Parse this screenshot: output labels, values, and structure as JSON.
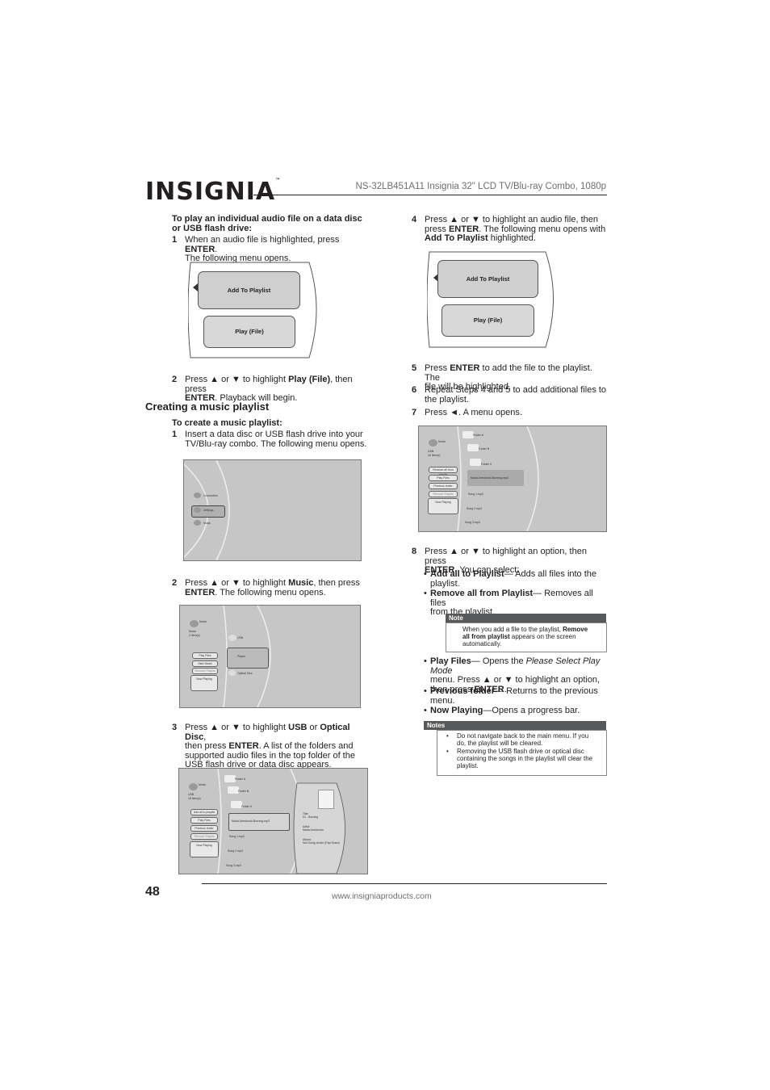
{
  "header": {
    "logo": "INSIGNIA",
    "title": "NS-32LB451A11 Insignia 32\" LCD TV/Blu-ray Combo, 1080p"
  },
  "footer": {
    "page_number": "48",
    "url": "www.insigniaproducts.com"
  },
  "left": {
    "intro_heading": "To play an individual audio file on a data disc or USB flash drive:",
    "s1_num": "1",
    "s1_a": "When an audio file is highlighted, press ",
    "s1_b": "ENTER",
    "s1_c": ".",
    "s1_d": "The following menu opens.",
    "menu1": {
      "add": "Add To Playlist",
      "play": "Play (File)"
    },
    "s2_num": "2",
    "s2_a": "Press ▲ or ▼ to highlight ",
    "s2_b": "Play (File)",
    "s2_c": ", then press",
    "s2_d": "ENTER",
    "s2_e": ". Playback will begin.",
    "section": "Creating a music playlist",
    "create_heading": "To create a music playlist:",
    "c1_num": "1",
    "c1_a": "Insert a data disc or USB flash drive into your",
    "c1_b": "TV/Blu-ray combo. The following menu opens.",
    "shot1": {
      "items": [
        "Connection",
        "Settings",
        "Music"
      ]
    },
    "c2_num": "2",
    "c2_a": "Press ▲ or ▼ to highlight ",
    "c2_b": "Music",
    "c2_c": ", then press",
    "c2_d": "ENTER",
    "c2_e": ". The following menu opens.",
    "shot2": {
      "title": "Music",
      "sub": "2 item(s)",
      "items": [
        "Play Files",
        "Start Music",
        "Remove Playlist",
        "Now Playing"
      ],
      "right": [
        "USB",
        "Player",
        "Optical Disc"
      ]
    },
    "c3_num": "3",
    "c3_a": "Press ▲ or ▼ to highlight ",
    "c3_b": "USB",
    "c3_c": " or ",
    "c3_d": "Optical Disc",
    "c3_e": ",",
    "c3_f": "then press ",
    "c3_g": "ENTER",
    "c3_h": ". A list of the folders and",
    "c3_i": "supported audio files in the top folder of the",
    "c3_j": "USB flash drive or data disc appears.",
    "shot3": {
      "title": "Music",
      "sub": "USB",
      "count": "16 item(s)",
      "buttons": [
        "Add all to playlist",
        "Play Files",
        "Previous folder",
        "Remove Playlist",
        "Now Playing"
      ],
      "folders": [
        "Folder A",
        "Folder B",
        "Folder X"
      ],
      "selected": "Maria Arredondo-Burning.mp3",
      "songs": [
        "Song 1.mp3",
        "Song 2.mp3",
        "Song 3.mp3"
      ],
      "info": [
        "Title:",
        "01 - Burning",
        "Artist:",
        "Maria Arredondo",
        "Album:",
        "Not Going Under (Pop Exam)"
      ]
    }
  },
  "right": {
    "s4_num": "4",
    "s4_a": "Press ▲ or ▼ to highlight an audio file, then",
    "s4_b": "press ",
    "s4_c": "ENTER",
    "s4_d": ". The following menu opens with",
    "s4_e": "Add To Playlist",
    "s4_f": " highlighted.",
    "menu2": {
      "add": "Add To Playlist",
      "play": "Play (File)"
    },
    "s5_num": "5",
    "s5_a": "Press ",
    "s5_b": "ENTER",
    "s5_c": " to add the file to the playlist. The",
    "s5_d": "file will be highlighted.",
    "s6_num": "6",
    "s6_a": "Repeat Steps 4 and 5 to add additional files to",
    "s6_b": "the playlist.",
    "s7_num": "7",
    "s7_a": "Press ◄. A menu opens.",
    "shot4": {
      "title": "Music",
      "sub": "USB",
      "count": "16 item(s)",
      "buttons": [
        "Remove all from playlist",
        "Play Files",
        "Previous folder",
        "Remove Playlist",
        "Now Playing"
      ],
      "folders": [
        "Folder A",
        "Folder B",
        "Folder X"
      ],
      "selected": "Maria Arredondo-Burning.mp3",
      "songs": [
        "Song 1.mp3",
        "Song 2.mp3",
        "Song 3.mp3"
      ]
    },
    "s8_num": "8",
    "s8_a": "Press ▲ or ▼ to highlight an option, then press",
    "s8_b": "ENTER",
    "s8_c": ". You can select:",
    "b1_a": "Add all to Playlist",
    "b1_b": "— Adds all files into the",
    "b1_c": "playlist.",
    "b2_a": "Remove all from Playlist",
    "b2_b": "— Removes all files",
    "b2_c": "from the playlist.",
    "note_label": "Note",
    "note_a": "When you add a file to the playlist, ",
    "note_b": "Remove",
    "note_c": "all from playlist",
    "note_d": " appears on the screen",
    "note_e": "automatically.",
    "b3_a": "Play Files",
    "b3_b": "— Opens the ",
    "b3_c": "Please Select Play Mode",
    "b3_d": "menu. Press ▲ or ▼ to highlight an option,",
    "b3_e": "then press ",
    "b3_f": "ENTER",
    "b3_g": ".",
    "b4_a": "Previous folder",
    "b4_b": "— Returns to the previous",
    "b4_c": "menu.",
    "b5_a": "Now Playing",
    "b5_b": "—Opens a progress bar.",
    "notes_label": "Notes",
    "notes_1a": "Do not navigate back to the main menu. If you",
    "notes_1b": "do, the playlist will be cleared.",
    "notes_2a": "Removing the USB flash drive or optical disc",
    "notes_2b": "containing the songs in the playlist will clear the",
    "notes_2c": "playlist."
  }
}
